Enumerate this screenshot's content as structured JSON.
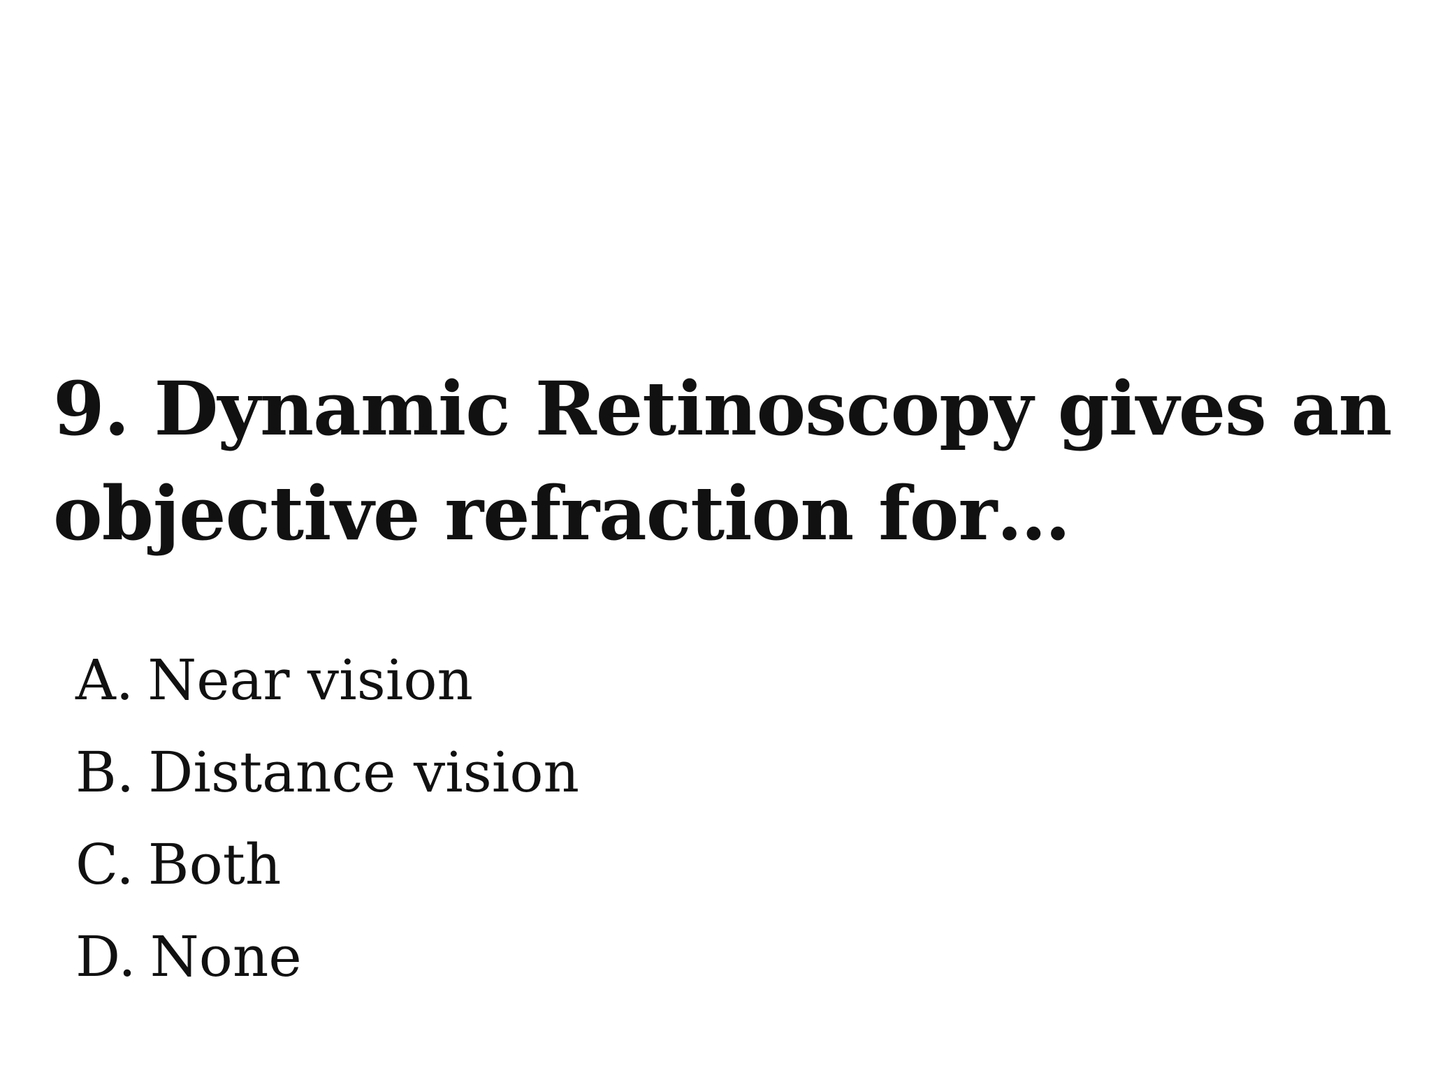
{
  "slide": {
    "question": "9. Dynamic Retinoscopy gives an objective refraction for…",
    "options": [
      {
        "letter": "A.",
        "text": "Near vision"
      },
      {
        "letter": "B.",
        "text": "Distance vision"
      },
      {
        "letter": "C.",
        "text": "Both"
      },
      {
        "letter": "D.",
        "text": "None"
      }
    ]
  }
}
